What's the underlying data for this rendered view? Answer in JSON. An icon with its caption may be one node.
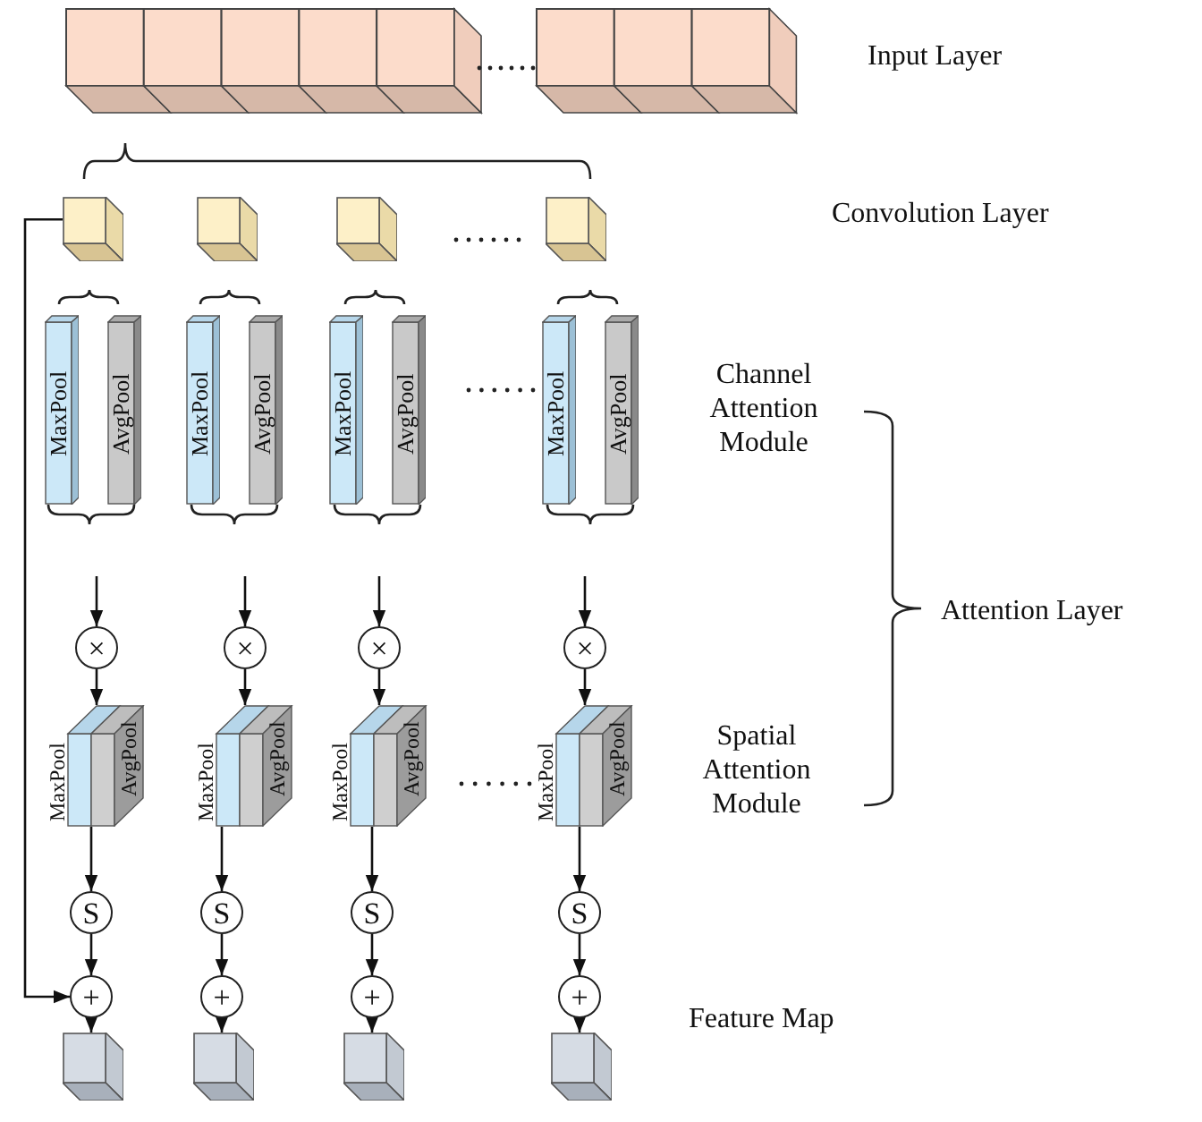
{
  "diagram": {
    "nodes": [
      {
        "text": [],
        "shape": "box"
      },
      {
        "text": [],
        "shape": "box"
      },
      {
        "text": [],
        "shape": "box"
      },
      {
        "text": [],
        "shape": "box"
      },
      {
        "text": [
          "MaxPool"
        ]
      },
      {
        "text": [
          "AvgPool"
        ]
      },
      {
        "text": [
          "MaxPool"
        ]
      },
      {
        "text": [
          "AvgPool"
        ]
      },
      {
        "text": [
          "MaxPool"
        ]
      },
      {
        "text": [
          "AvgPool"
        ]
      },
      {
        "text": [
          "MaxPool"
        ]
      },
      {
        "text": [
          "AvgPool"
        ]
      },
      {
        "text": [
          "×"
        ]
      },
      {
        "text": [
          "×"
        ]
      },
      {
        "text": [
          "×"
        ]
      },
      {
        "text": [
          "×"
        ]
      },
      {
        "text": [
          "MaxPool",
          "AvgPool"
        ]
      },
      {
        "text": [
          "MaxPool",
          "AvgPool"
        ]
      },
      {
        "text": [
          "MaxPool",
          "AvgPool"
        ]
      },
      {
        "text": [
          "MaxPool",
          "AvgPool"
        ]
      },
      {
        "text": [
          "S"
        ]
      },
      {
        "text": [
          "S"
        ]
      },
      {
        "text": [
          "S"
        ]
      },
      {
        "text": [
          "S"
        ]
      },
      {
        "text": [
          "+"
        ]
      },
      {
        "text": [
          "+"
        ]
      },
      {
        "text": [
          "+"
        ]
      },
      {
        "text": [
          "+"
        ]
      },
      {
        "text": [],
        "shape": "box"
      },
      {
        "text": [],
        "shape": "box"
      },
      {
        "text": [],
        "shape": "box"
      },
      {
        "text": [],
        "shape": "box"
      }
    ],
    "edges": [
      {
        "from": null,
        "to": 12,
        "arrow": "to"
      },
      {
        "from": null,
        "to": 13,
        "arrow": "to"
      },
      {
        "from": null,
        "to": 14,
        "arrow": "to"
      },
      {
        "from": null,
        "to": 15,
        "arrow": "to"
      },
      {
        "from": 12,
        "to": 16,
        "arrow": "to"
      },
      {
        "from": 13,
        "to": 17,
        "arrow": "to"
      },
      {
        "from": 14,
        "to": 18,
        "arrow": "to"
      },
      {
        "from": 15,
        "to": 19,
        "arrow": "to"
      },
      {
        "from": 16,
        "to": 20,
        "arrow": "to"
      },
      {
        "from": 17,
        "to": 21,
        "arrow": "to"
      },
      {
        "from": 18,
        "to": 22,
        "arrow": "to"
      },
      {
        "from": 19,
        "to": 23,
        "arrow": "to"
      },
      {
        "from": 20,
        "to": 24,
        "arrow": "to"
      },
      {
        "from": 21,
        "to": 25,
        "arrow": "to"
      },
      {
        "from": 22,
        "to": 26,
        "arrow": "to"
      },
      {
        "from": 23,
        "to": 27,
        "arrow": "to"
      },
      {
        "from": 24,
        "to": 28,
        "arrow": "to"
      },
      {
        "from": 25,
        "to": 29,
        "arrow": "to"
      },
      {
        "from": 26,
        "to": 30,
        "arrow": "to"
      },
      {
        "from": 27,
        "to": 31,
        "arrow": "to"
      },
      {
        "from": 0,
        "to": 24,
        "arrow": "to"
      }
    ],
    "labels": [
      "Input Layer",
      "Convolution Layer",
      "Channel Attention Module",
      "Attention Layer",
      "Spatial Attention Module",
      "Feature Map"
    ]
  }
}
